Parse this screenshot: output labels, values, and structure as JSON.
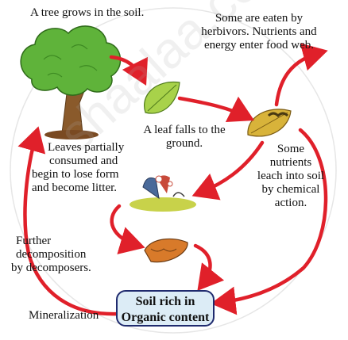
{
  "labels": {
    "tree_grows": "A tree grows in the soil.",
    "eaten_line1": "Some are eaten by",
    "eaten_line2": "herbivors. Nutrients and",
    "eaten_line3": "energy enter food web.",
    "leaf_falls_line1": "A leaf falls to the",
    "leaf_falls_line2": "ground.",
    "leaves_partial_line1": "Leaves partially",
    "leaves_partial_line2": "consumed and",
    "leaves_partial_line3": "begin to lose form",
    "leaves_partial_line4": "and become litter.",
    "leach_line1": "Some",
    "leach_line2": "nutrients",
    "leach_line3": "leach into soil",
    "leach_line4": "by chemical",
    "leach_line5": "action.",
    "further_line1": "Further",
    "further_line2": "decomposition",
    "further_line3": "by decomposers.",
    "mineralization": "Mineralization",
    "soil_line1": "Soil rich in",
    "soil_line2": "Organic content"
  },
  "watermark": "shaalaa.com",
  "colors": {
    "arrow": "#e0202a",
    "box_fill": "#dcecf6",
    "box_border": "#1f2a6e",
    "tree_foliage": "#5fb33a",
    "trunk": "#8a5a2b",
    "leaf": "#a8d24a"
  }
}
